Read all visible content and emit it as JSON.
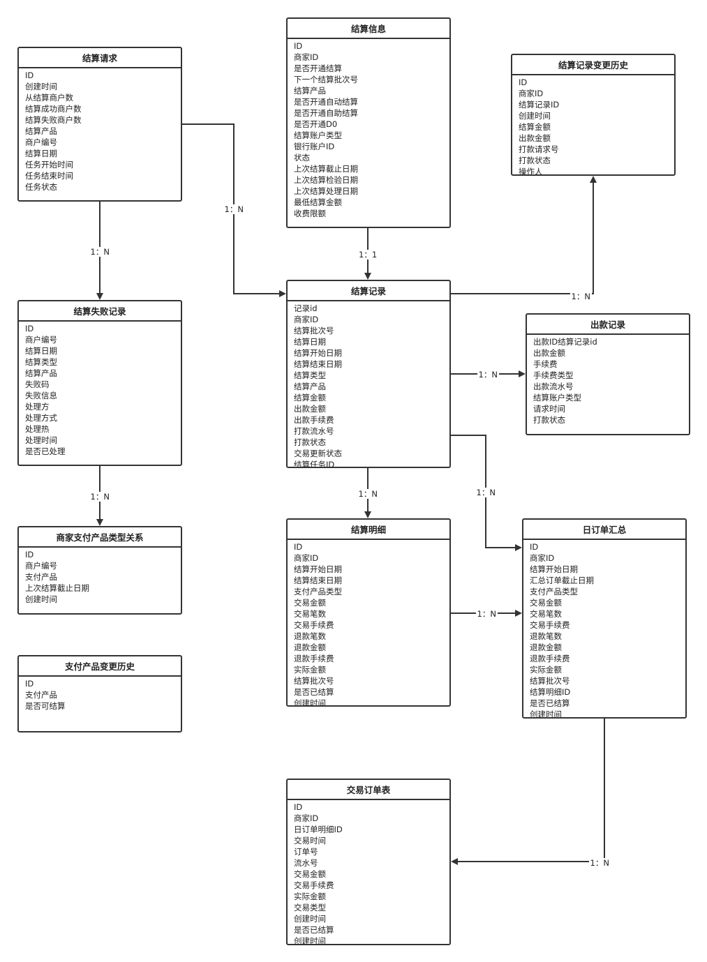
{
  "entities": {
    "settle_request": {
      "title": "结算请求",
      "fields": [
        "ID",
        "创建时间",
        "从结算商户数",
        "结算成功商户数",
        "结算失败商户数",
        "结算产品",
        "商户编号",
        "结算日期",
        "任务开始时间",
        "任务结束时间",
        "任务状态"
      ]
    },
    "settle_info": {
      "title": "结算信息",
      "fields": [
        "ID",
        "商家ID",
        "是否开通结算",
        "下一个结算批次号",
        "结算产品",
        "是否开通自动结算",
        "是否开通自助结算",
        "是否开通D0",
        "结算账户类型",
        "银行账户ID",
        "状态",
        "上次结算截止日期",
        "上次结算检验日期",
        "上次结算处理日期",
        "最低结算金额",
        "收费限额"
      ]
    },
    "settle_change_history": {
      "title": "结算记录变更历史",
      "fields": [
        "ID",
        "商家ID",
        "结算记录ID",
        "创建时间",
        "结算金额",
        "出款金额",
        "打款请求号",
        "打款状态",
        "操作人"
      ]
    },
    "settle_fail": {
      "title": "结算失败记录",
      "fields": [
        "ID",
        "商户编号",
        "结算日期",
        "结算类型",
        "结算产品",
        "失败码",
        "失败信息",
        "处理方",
        "处理方式",
        "处理热",
        "处理时间",
        "是否已处理"
      ]
    },
    "settle_record": {
      "title": "结算记录",
      "fields": [
        "记录id",
        "商家ID",
        "结算批次号",
        "结算日期",
        "结算开始日期",
        "结算结束日期",
        "结算类型",
        "结算产品",
        "结算金额",
        "出款金额",
        "出款手续费",
        "打款流水号",
        "打款状态",
        "交易更新状态",
        "结算任务ID"
      ]
    },
    "payout_record": {
      "title": "出款记录",
      "fields": [
        "出款ID结算记录id",
        "出款金额",
        "手续费",
        "手续费类型",
        "出款流水号",
        "结算账户类型",
        "请求时间",
        "打款状态"
      ]
    },
    "merchant_product": {
      "title": "商家支付产品类型关系",
      "fields": [
        "ID",
        "商户编号",
        "支付产品",
        "上次结算截止日期",
        "创建时间"
      ]
    },
    "settle_detail": {
      "title": "结算明细",
      "fields": [
        "ID",
        "商家ID",
        "结算开始日期",
        "结算结束日期",
        "支付产品类型",
        "交易金额",
        "交易笔数",
        "交易手续费",
        "退款笔数",
        "退款金额",
        "退款手续费",
        "实际金额",
        "结算批次号",
        "是否已结算",
        "创建时间"
      ]
    },
    "daily_summary": {
      "title": "日订单汇总",
      "fields": [
        "ID",
        "商家ID",
        "结算开始日期",
        "汇总订单截止日期",
        "支付产品类型",
        "交易金额",
        "交易笔数",
        "交易手续费",
        "退款笔数",
        "退款金额",
        "退款手续费",
        "实际金额",
        "结算批次号",
        "结算明细ID",
        "是否已结算",
        "创建时间"
      ]
    },
    "product_change_history": {
      "title": "支付产品变更历史",
      "fields": [
        "ID",
        "支付产品",
        "是否可结算"
      ]
    },
    "trade_order": {
      "title": "交易订单表",
      "fields": [
        "ID",
        "商家ID",
        "日订单明细ID",
        "交易时间",
        "订单号",
        "流水号",
        "交易金额",
        "交易手续费",
        "实际金额",
        "交易类型",
        "创建时间",
        "是否已结算",
        "创建时间"
      ]
    }
  },
  "relations": [
    {
      "id": "request_to_fail",
      "label": "1：N"
    },
    {
      "id": "request_to_record",
      "label": "1：N"
    },
    {
      "id": "info_to_record",
      "label": "1：1"
    },
    {
      "id": "record_to_history",
      "label": "1：N"
    },
    {
      "id": "record_to_payout",
      "label": "1：N"
    },
    {
      "id": "record_to_detail",
      "label": "1：N"
    },
    {
      "id": "record_to_summary",
      "label": "1：N"
    },
    {
      "id": "fail_to_merchant",
      "label": "1：N"
    },
    {
      "id": "detail_to_summary",
      "label": "1：N"
    },
    {
      "id": "summary_to_order",
      "label": "1：N"
    }
  ]
}
